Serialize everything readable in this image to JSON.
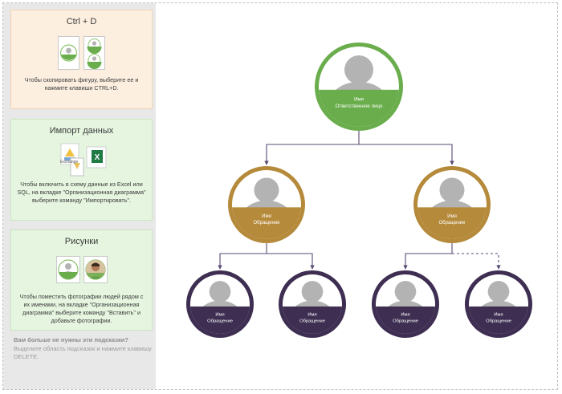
{
  "sidebar": {
    "cards": [
      {
        "title": "Ctrl + D",
        "text": "Чтобы скопировать фигуру, выберите ее и нажмите клавиши CTRL+D."
      },
      {
        "title": "Импорт данных",
        "text": "Чтобы включить в схему данные из Excel или SQL, на вкладке \"Организационная диаграмма\" выберите команду \"Импортировать\".",
        "icon_label": "Exchange"
      },
      {
        "title": "Рисунки",
        "text": "Чтобы поместить фотографии людей рядом с их именами, на вкладке \"Организационная диаграмма\" выберите команду \"Вставить\" и добавьте фотографии."
      }
    ],
    "hint_title": "Вам больше не нужны эти подсказки?",
    "hint_text": "Выделите область подсказок и нажмите клавишу DELETE."
  },
  "org_chart": {
    "colors": {
      "top": "#6aad4c",
      "middle": "#b58a3b",
      "bottom": "#3d2e52",
      "connector": "#5a4b74",
      "placeholder": "#b3b3b3"
    },
    "root": {
      "name": "Имя",
      "title": "Ответственное лицо"
    },
    "managers": [
      {
        "name": "Имя",
        "title": "Обращение"
      },
      {
        "name": "Имя",
        "title": "Обращение"
      }
    ],
    "staff": [
      {
        "name": "Имя",
        "title": "Обращение"
      },
      {
        "name": "Имя",
        "title": "Обращение"
      },
      {
        "name": "Имя",
        "title": "Обращение"
      },
      {
        "name": "Имя",
        "title": "Обращение"
      }
    ]
  }
}
